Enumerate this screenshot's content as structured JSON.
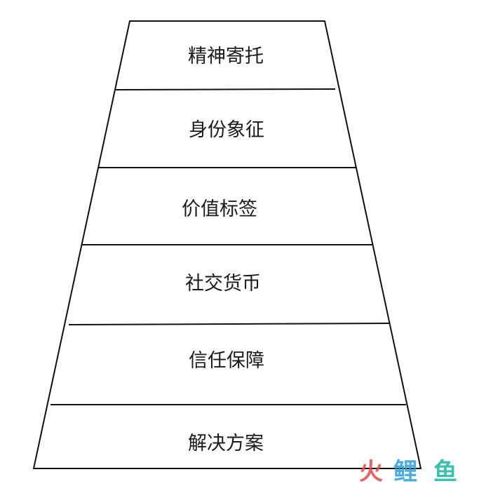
{
  "diagram": {
    "levels": [
      "精神寄托",
      "身份象征",
      "价值标签",
      "社交货币",
      "信任保障",
      "解决方案"
    ]
  },
  "watermark": {
    "text": "火鲤鱼",
    "colors": [
      "#e8474b",
      "#2c9fd8",
      "#19b5a0"
    ]
  }
}
